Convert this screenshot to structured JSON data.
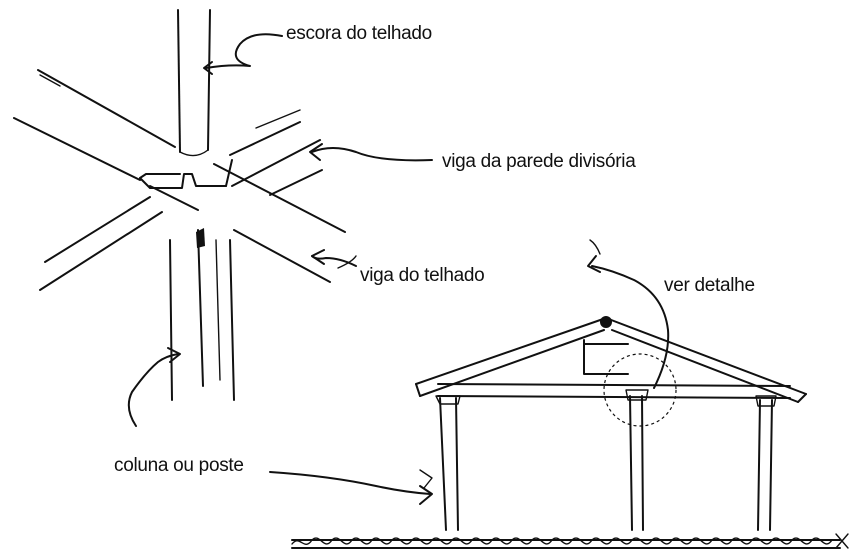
{
  "labels": {
    "roof_brace": "escora do telhado",
    "partition_beam": "viga da parede divisória",
    "roof_beam": "viga do telhado",
    "column_post": "coluna ou poste",
    "see_detail": "ver detalhe"
  }
}
